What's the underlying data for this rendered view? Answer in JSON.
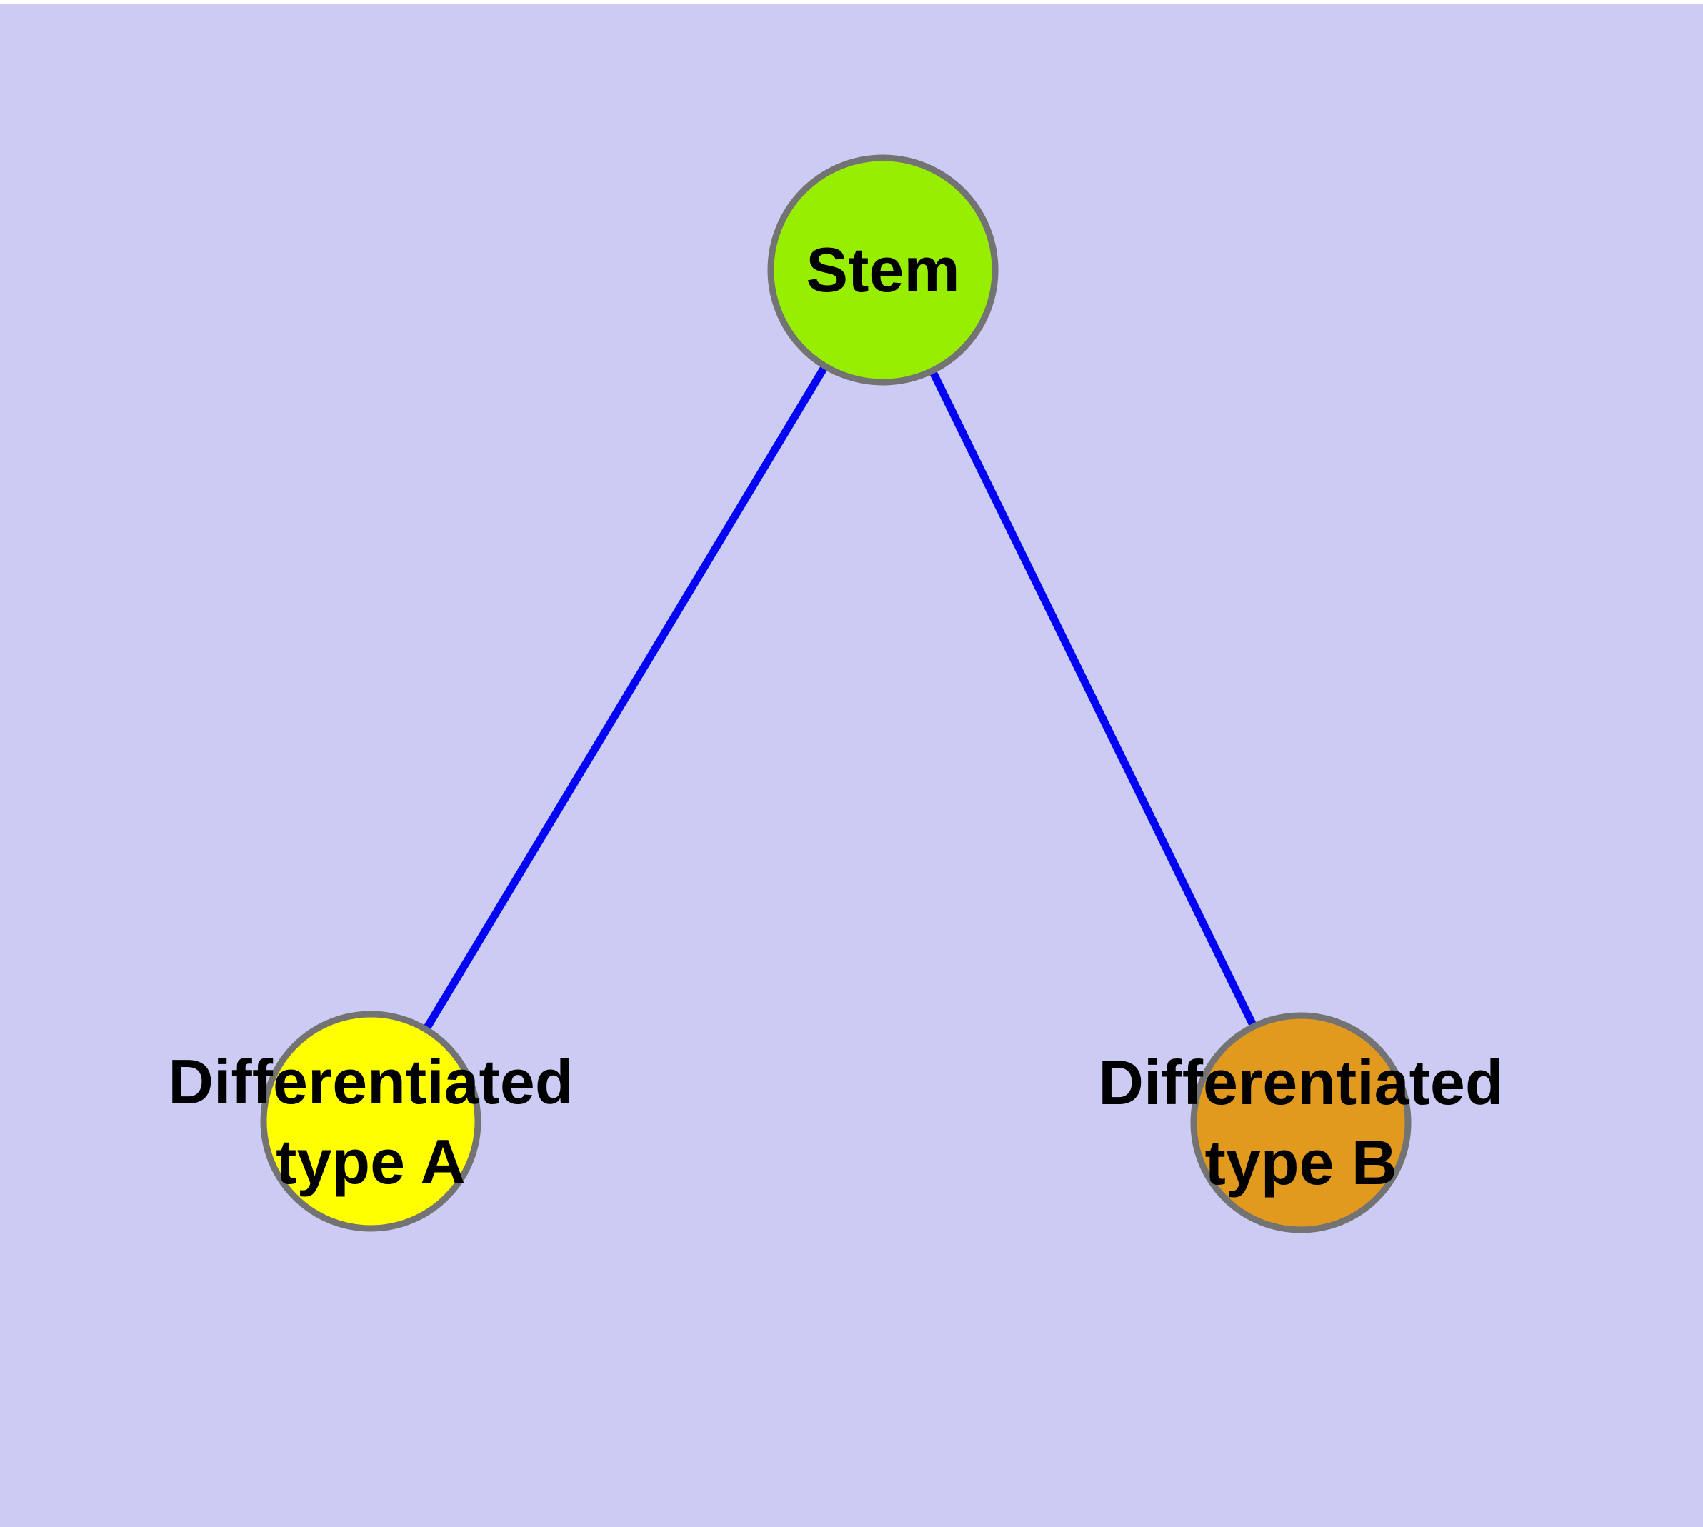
{
  "colors": {
    "background": "#cbcbf4",
    "edge": "#0404f4",
    "node_border": "#737373",
    "label_text": "#000000"
  },
  "nodes": [
    {
      "id": "stem",
      "label_lines": [
        "Stem"
      ],
      "fill": "#98ee00"
    },
    {
      "id": "differentiated-type-a",
      "label_lines": [
        "Differentiated",
        "type A"
      ],
      "fill": "#ffff00"
    },
    {
      "id": "differentiated-type-b",
      "label_lines": [
        "Differentiated",
        "type B"
      ],
      "fill": "#e29a1e"
    }
  ],
  "edges": [
    {
      "from": "stem",
      "to": "differentiated-type-a"
    },
    {
      "from": "stem",
      "to": "differentiated-type-b"
    }
  ]
}
